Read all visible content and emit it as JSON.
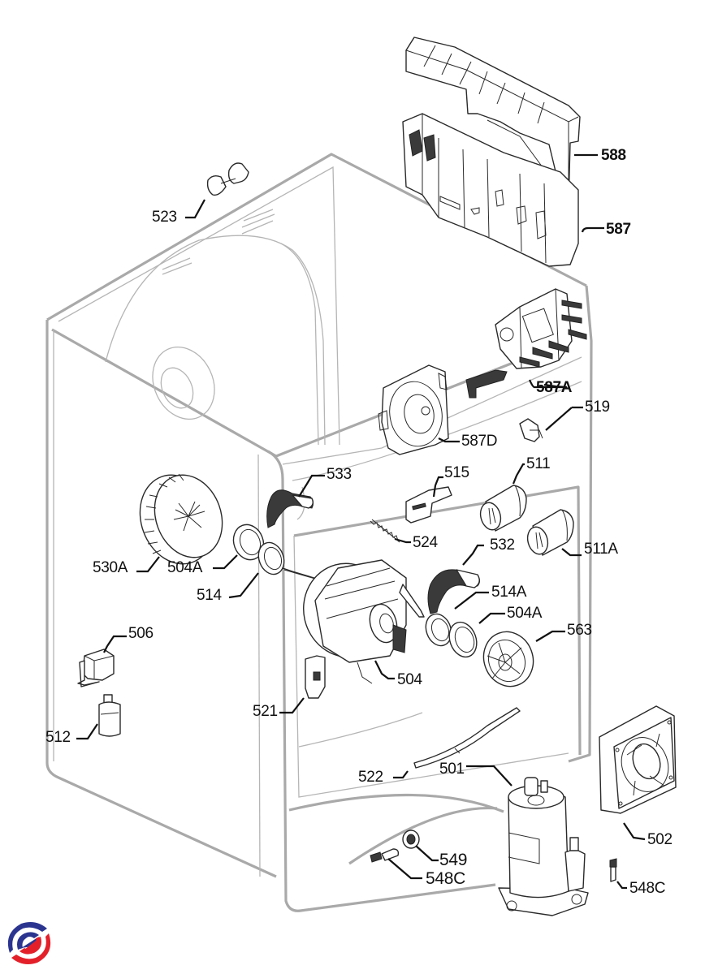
{
  "diagram": {
    "subject": "Heat-pump tumble dryer exploded parts diagram",
    "colors": {
      "cabinet_outline": "#a9a9a9",
      "part_line": "#2a2a2a",
      "label_text": "#111111",
      "logo_blue": "#2b3590",
      "logo_red": "#e3202a"
    },
    "labels": {
      "p588": "588",
      "p587": "587",
      "p523": "523",
      "p587A": "587A",
      "p519": "519",
      "p587D": "587D",
      "p533": "533",
      "p515": "515",
      "p511": "511",
      "p511A": "511A",
      "p524": "524",
      "p530A": "530A",
      "p504A_left": "504A",
      "p514": "514",
      "p532": "532",
      "p514A": "514A",
      "p504A_right": "504A",
      "p563": "563",
      "p506": "506",
      "p504": "504",
      "p521": "521",
      "p512": "512",
      "p522": "522",
      "p501": "501",
      "p502": "502",
      "p549": "549",
      "p548C_left": "548C",
      "p548C_right": "548C"
    },
    "parts": [
      {
        "id": "588",
        "icon": "control-panel-cover-icon"
      },
      {
        "id": "587",
        "icon": "electronic-control-board-icon"
      },
      {
        "id": "523",
        "icon": "connector-caps-icon"
      },
      {
        "id": "587A",
        "icon": "power-board-icon"
      },
      {
        "id": "519",
        "icon": "sensor-icon"
      },
      {
        "id": "587D",
        "icon": "selector-module-icon"
      },
      {
        "id": "533",
        "icon": "belt-clip-icon"
      },
      {
        "id": "515",
        "icon": "door-switch-icon"
      },
      {
        "id": "511",
        "icon": "pulley-roller-icon"
      },
      {
        "id": "511A",
        "icon": "pulley-roller-icon"
      },
      {
        "id": "524",
        "icon": "spring-icon"
      },
      {
        "id": "530A",
        "icon": "fan-impeller-icon"
      },
      {
        "id": "504A",
        "icon": "bearing-ring-icon"
      },
      {
        "id": "514",
        "icon": "seal-ring-icon"
      },
      {
        "id": "532",
        "icon": "belt-clip-icon"
      },
      {
        "id": "514A",
        "icon": "seal-ring-icon"
      },
      {
        "id": "563",
        "icon": "drive-pulley-icon"
      },
      {
        "id": "506",
        "icon": "pump-icon"
      },
      {
        "id": "504",
        "icon": "motor-icon"
      },
      {
        "id": "521",
        "icon": "thermostat-icon"
      },
      {
        "id": "512",
        "icon": "capacitor-icon"
      },
      {
        "id": "522",
        "icon": "heater-strip-icon"
      },
      {
        "id": "501",
        "icon": "compressor-icon"
      },
      {
        "id": "502",
        "icon": "cooling-fan-icon"
      },
      {
        "id": "549",
        "icon": "grommet-icon"
      },
      {
        "id": "548C",
        "icon": "capillary-connector-icon"
      }
    ],
    "logo": {
      "icon": "brand-swirl-logo-icon"
    }
  }
}
